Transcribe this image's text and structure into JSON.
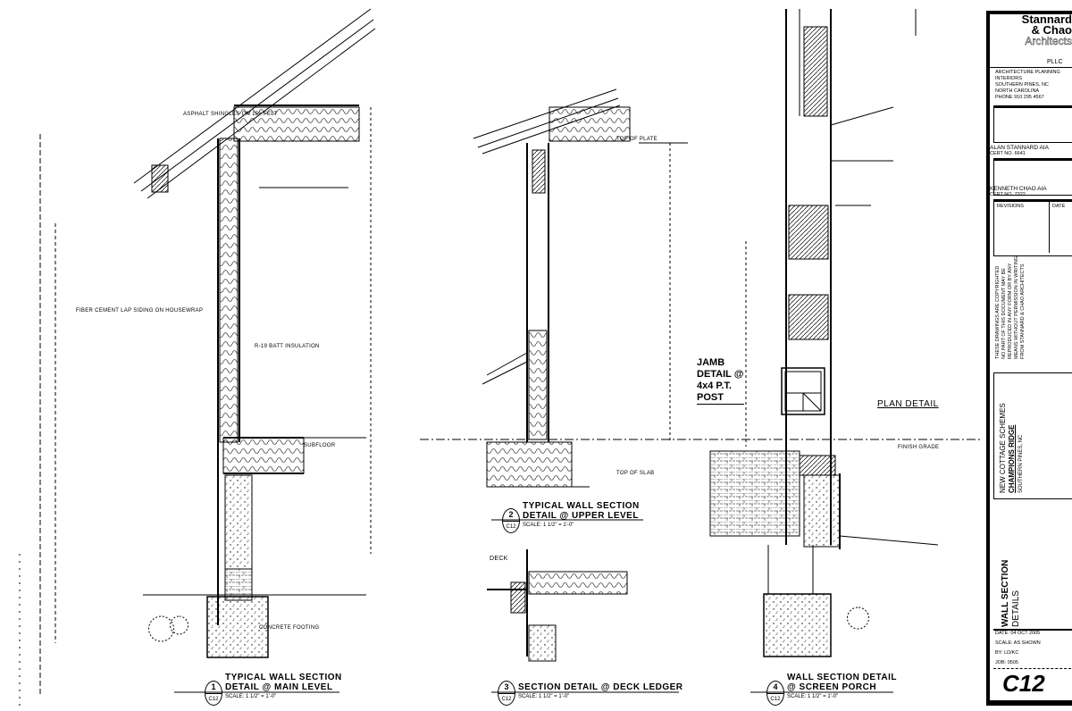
{
  "details": [
    {
      "number": "1",
      "sheet": "C12",
      "title_line1": "TYPICAL WALL SECTION",
      "title_line2": "DETAIL @ MAIN LEVEL",
      "scale": "SCALE: 1 1/2\" = 1'-0\""
    },
    {
      "number": "2",
      "sheet": "C12",
      "title_line1": "TYPICAL WALL SECTION",
      "title_line2": "DETAIL @ UPPER LEVEL",
      "scale": "SCALE: 1 1/2\" = 1'-0\""
    },
    {
      "number": "3",
      "sheet": "C12",
      "title_line1": "SECTION DETAIL @ DECK LEDGER",
      "title_line2": "",
      "scale": "SCALE: 1 1/2\" = 1'-0\""
    },
    {
      "number": "4",
      "sheet": "C12",
      "title_line1": "WALL SECTION DETAIL",
      "title_line2": "@ SCREEN PORCH",
      "scale": "SCALE: 1 1/2\" = 1'-0\""
    }
  ],
  "annotations": {
    "jamb_detail": [
      "JAMB",
      "DETAIL @",
      "4x4 P.T.",
      "POST"
    ],
    "plan_detail": "PLAN DETAIL",
    "deck": "DECK",
    "top_of_plate": "TOP OF PLATE",
    "subfloor": "SUBFLOOR",
    "top_of_slab": "TOP OF SLAB",
    "grade": "FINISH GRADE",
    "insulation": "R-19 BATT INSULATION",
    "roofing": "ASPHALT SHINGLES ON 15# FELT",
    "footing": "CONCRETE FOOTING"
  },
  "title_block": {
    "firm_line1": "Stannard",
    "firm_line2": "& Chao",
    "firm_line3": "Architects",
    "firm_suffix": "PLLC",
    "address": [
      "ARCHITECTURE PLANNING",
      "INTERIORS",
      "SOUTHERN PINES, NC",
      "NORTH CAROLINA",
      "PHONE 910 295 4567"
    ],
    "seal1_label": "ALAN STANNARD AIA",
    "seal1_cert": "CERT NO. 6641",
    "seal2_label": "KENNETH CHAO AIA",
    "seal2_cert": "CERT NO. 7322",
    "revisions_header": "REVISIONS",
    "date_header": "DATE",
    "copyright": [
      "THESE DRAWINGS ARE COPYRIGHTED",
      "NO PART OF THIS DOCUMENT MAY BE",
      "REPRODUCED IN ANY FORM OR BY ANY",
      "MEANS WITHOUT PERMISSION IN WRITING",
      "FROM STANNARD & CHAO ARCHITECTS"
    ],
    "project_line1": "NEW COTTAGE SCHEMES",
    "project_line2": "CHAMPIONS RIDGE",
    "project_line3": "SOUTHERN PINES, NC",
    "sheet_title_line1": "WALL SECTION",
    "sheet_title_line2": "DETAILS",
    "date": "DATE: 04 OCT 2005",
    "scale": "SCALE: AS SHOWN",
    "drawn": "BY: LD/KC",
    "job": "JOB: 0505",
    "sheet_number": "C12"
  }
}
